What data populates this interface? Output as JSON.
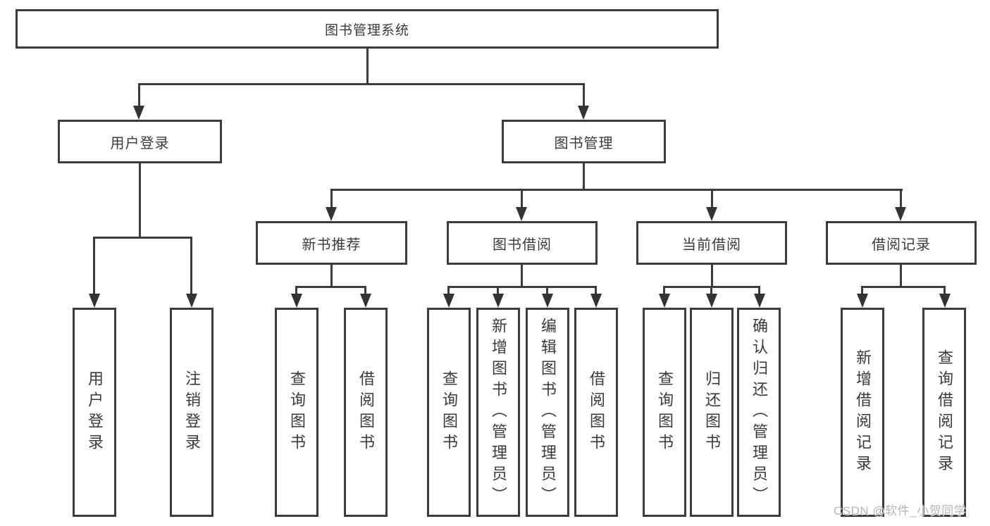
{
  "diagram": {
    "title": "图书管理系统",
    "level2": [
      {
        "label": "用户登录"
      },
      {
        "label": "图书管理"
      }
    ],
    "level3": [
      {
        "label": "新书推荐"
      },
      {
        "label": "图书借阅"
      },
      {
        "label": "当前借阅"
      },
      {
        "label": "借阅记录"
      }
    ],
    "leaves": {
      "user_login": [
        "用户登录",
        "注销登录"
      ],
      "new_books": [
        "查询图书",
        "借阅图书"
      ],
      "book_borrow": [
        "查询图书",
        "新增图书（管理员）",
        "编辑图书（管理员）",
        "借阅图书"
      ],
      "current_borrow": [
        "查询图书",
        "归还图书",
        "确认归还（管理员）"
      ],
      "borrow_records": [
        "新增借阅记录",
        "查询借阅记录"
      ]
    }
  },
  "watermark": {
    "text": "CSDN @软件_小贺同学"
  },
  "colors": {
    "line": "#3b3b3b",
    "text": "#3a3a3a",
    "watermark": "#b5b5b5",
    "background": "#ffffff"
  }
}
